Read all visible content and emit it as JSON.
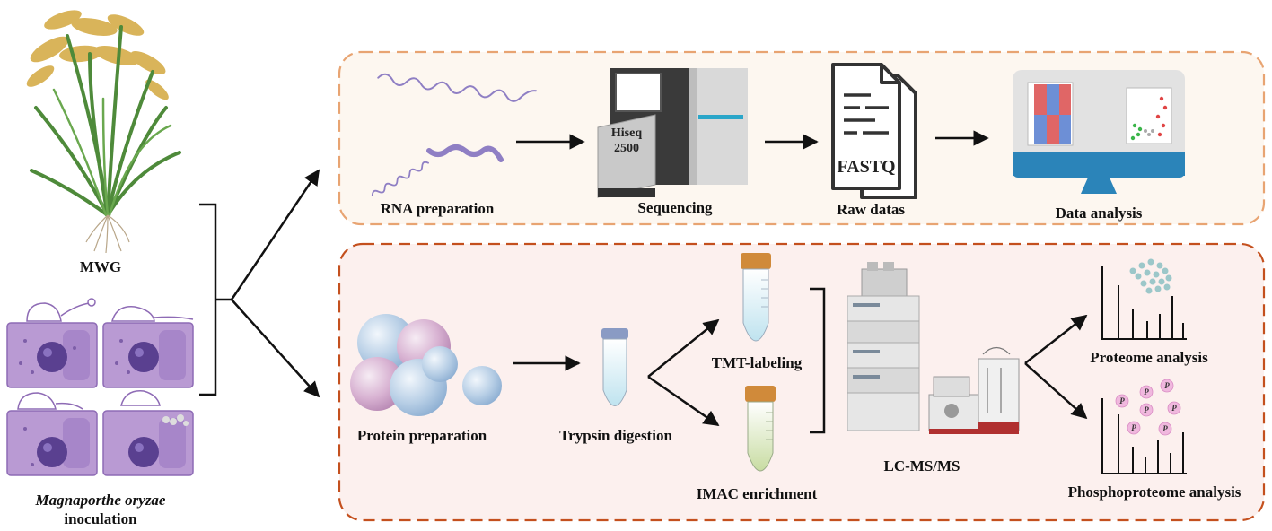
{
  "left": {
    "plant_label": "MWG",
    "pathogen_label_line1": "Magnaporthe oryzae",
    "pathogen_label_line2": "inoculation"
  },
  "transcriptome": {
    "rna_label": "RNA preparation",
    "seq_label": "Sequencing",
    "seq_machine_line1": "Hiseq",
    "seq_machine_line2": "2500",
    "raw_label": "Raw datas",
    "fastq_text": "FASTQ",
    "analysis_label": "Data analysis"
  },
  "proteome": {
    "protein_label": "Protein preparation",
    "trypsin_label": "Trypsin digestion",
    "tmt_label": "TMT-labeling",
    "imac_label": "IMAC enrichment",
    "lcms_label": "LC-MS/MS",
    "proteome_analysis_label": "Proteome analysis",
    "phospho_label": "Phosphoproteome analysis",
    "phospho_marker": "P"
  },
  "colors": {
    "top_box_border": "#e8a472",
    "top_box_fill": "#fdf7f0",
    "bottom_box_border": "#c4501e",
    "bottom_box_fill": "#fcf0ee",
    "rna_strand": "#8f7fc4",
    "cell_fill": "#b99ad3",
    "nucleus": "#5a4090"
  }
}
